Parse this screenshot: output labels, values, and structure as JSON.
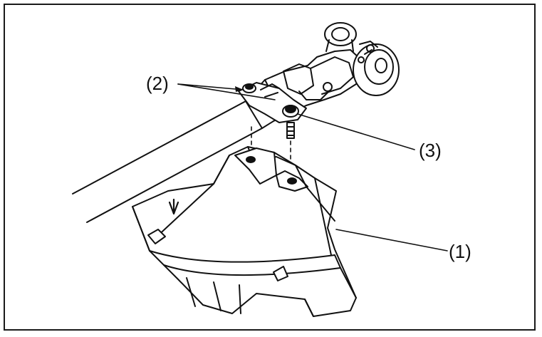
{
  "callouts": {
    "part1": "(1)",
    "part2": "(2)",
    "part3": "(3)"
  },
  "colors": {
    "ink": "#111111",
    "background": "#ffffff",
    "border": "#1a1a1a"
  }
}
